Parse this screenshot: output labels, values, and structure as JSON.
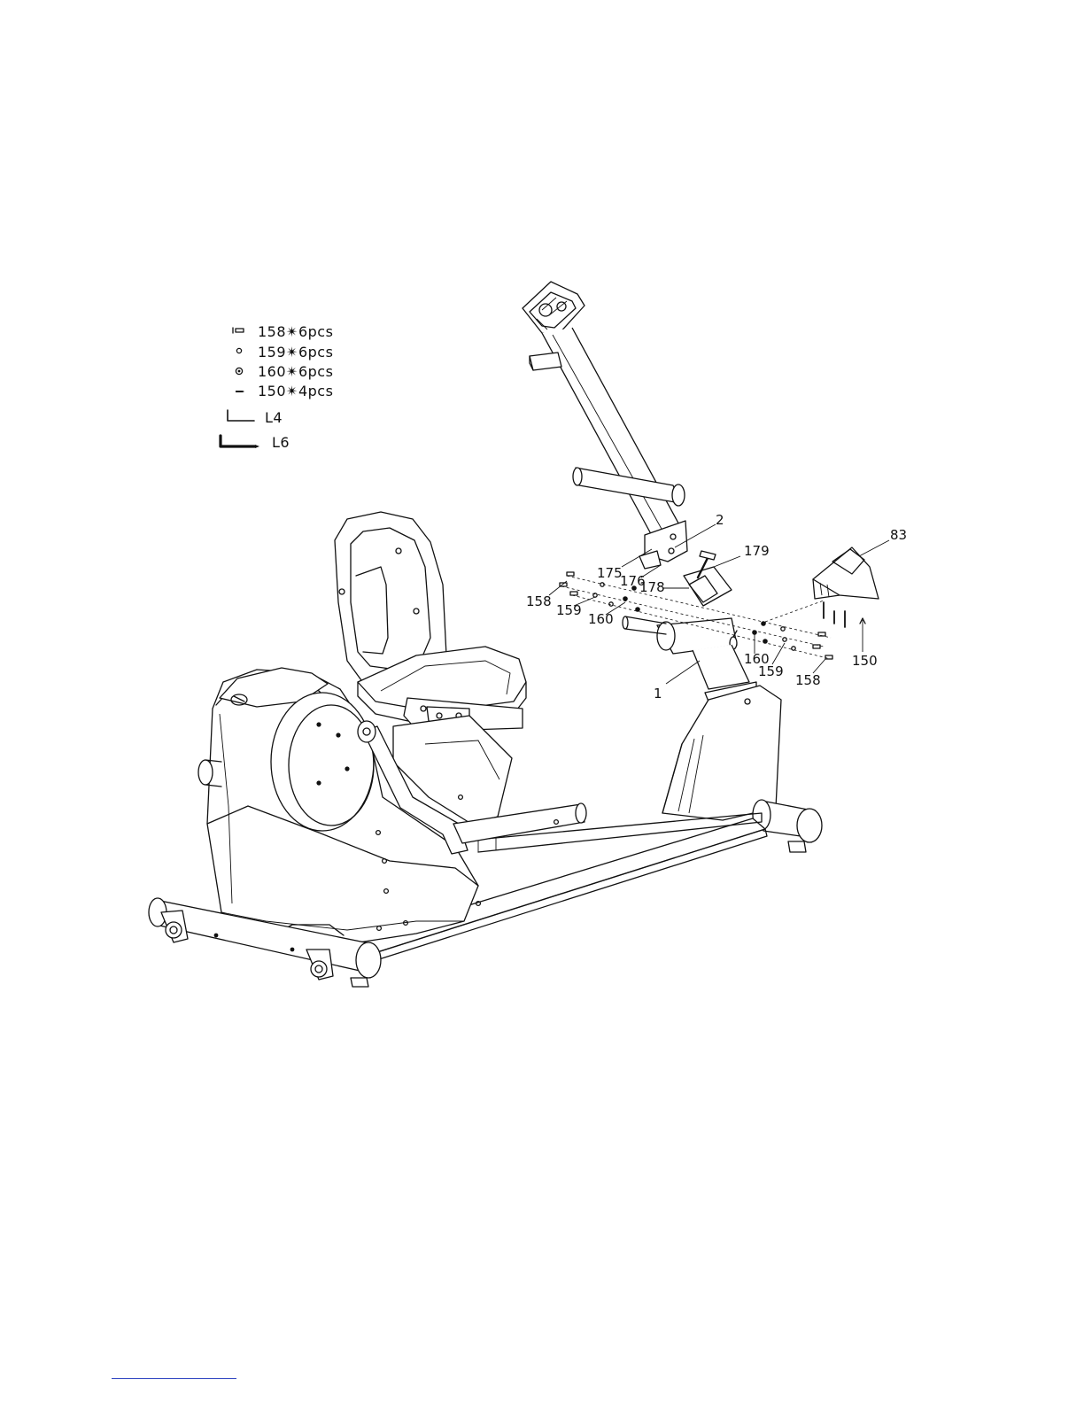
{
  "hardware_list": [
    {
      "icon": "bolt-icon",
      "text": "158✴6pcs"
    },
    {
      "icon": "washer-icon",
      "text": "159✴6pcs"
    },
    {
      "icon": "spring-washer-icon",
      "text": "160✴6pcs"
    },
    {
      "icon": "screw-icon",
      "text": "150✴4pcs"
    }
  ],
  "tools": [
    {
      "icon": "allen-key-icon",
      "text": "L4"
    },
    {
      "icon": "allen-key-icon",
      "text": "L6"
    }
  ],
  "callouts": [
    "2",
    "83",
    "179",
    "175",
    "176",
    "178",
    "158",
    "159",
    "160",
    "1",
    "160",
    "159",
    "158",
    "150"
  ]
}
